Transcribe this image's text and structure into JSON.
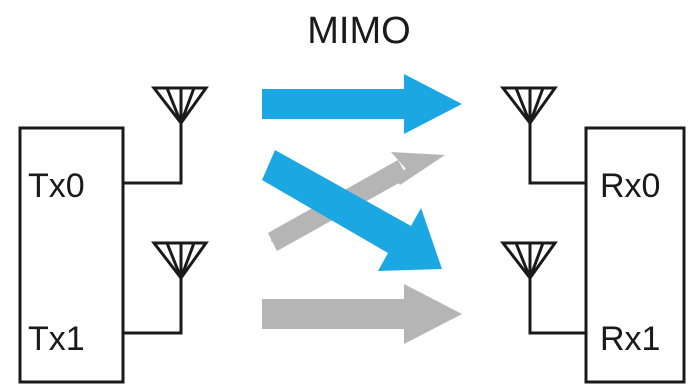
{
  "diagram": {
    "title": "MIMO",
    "transmitter": {
      "ports": [
        "Tx0",
        "Tx1"
      ]
    },
    "receiver": {
      "ports": [
        "Rx0",
        "Rx1"
      ]
    },
    "colors": {
      "line": "#1a1a1a",
      "direct_path": "#1aa7e2",
      "cross_path": "#b5b5b5"
    }
  }
}
